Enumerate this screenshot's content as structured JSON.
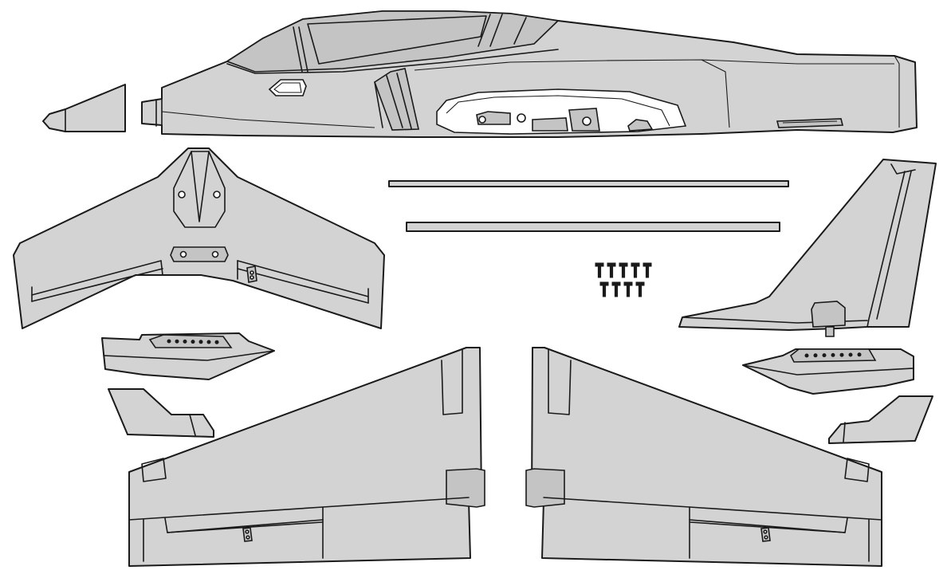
{
  "diagram": {
    "colors": {
      "part_fill": "#d3d3d3",
      "outline": "#1a1a1a",
      "background": "#ffffff"
    },
    "parts": [
      "nose-cone",
      "fuselage",
      "horizontal-stabilizer",
      "carbon-rod-long",
      "carbon-rod-short",
      "screw-set",
      "vertical-fin",
      "pylon-left",
      "pylon-right",
      "ventral-fin-left",
      "ventral-fin-right",
      "wing-left",
      "wing-right"
    ],
    "screw_count": 9
  }
}
